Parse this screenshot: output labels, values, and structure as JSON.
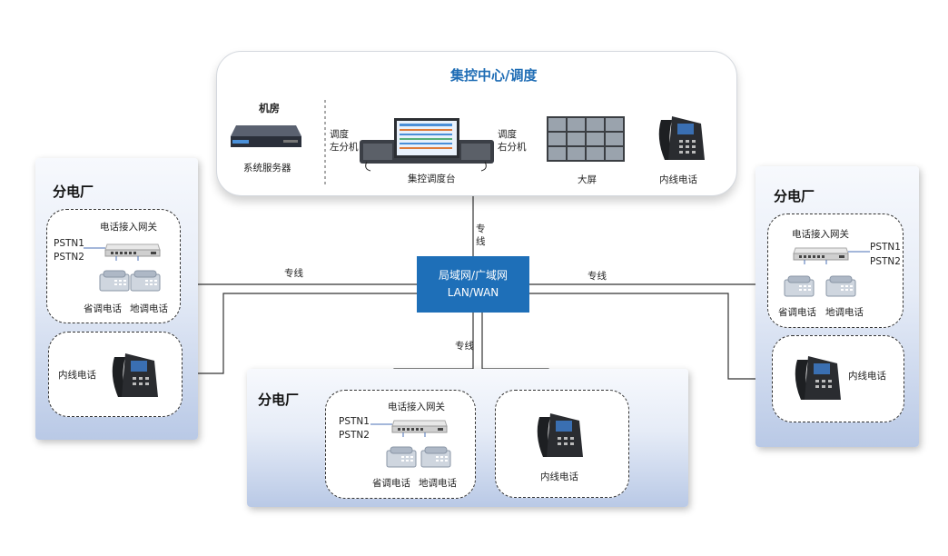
{
  "center": {
    "title": "集控中心/调度",
    "machine_room": "机房",
    "server_label": "系统服务器",
    "left_ext_line1": "调度",
    "left_ext_line2": "左分机",
    "console_label": "集控调度台",
    "right_ext_line1": "调度",
    "right_ext_line2": "右分机",
    "screen_label": "大屏",
    "phone_label": "内线电话"
  },
  "network": {
    "line1": "局域网/广域网",
    "line2": "LAN/WAN",
    "top_link_1": "专",
    "top_link_2": "线",
    "left_link": "专线",
    "right_link": "专线",
    "bottom_link": "专线"
  },
  "plant_left": {
    "title": "分电厂",
    "gateway_label": "电话接入网关",
    "pstn1": "PSTN1",
    "pstn2": "PSTN2",
    "phone1": "省调电话",
    "phone2": "地调电话",
    "inner_phone": "内线电话"
  },
  "plant_right": {
    "title": "分电厂",
    "gateway_label": "电话接入网关",
    "pstn1": "PSTN1",
    "pstn2": "PSTN2",
    "phone1": "省调电话",
    "phone2": "地调电话",
    "inner_phone": "内线电话"
  },
  "plant_bottom": {
    "title": "分电厂",
    "gateway_label": "电话接入网关",
    "pstn1": "PSTN1",
    "pstn2": "PSTN2",
    "phone1": "省调电话",
    "phone2": "地调电话",
    "inner_phone": "内线电话"
  },
  "colors": {
    "lan_box": "#1e6fb8",
    "center_title": "#1f6db5"
  }
}
